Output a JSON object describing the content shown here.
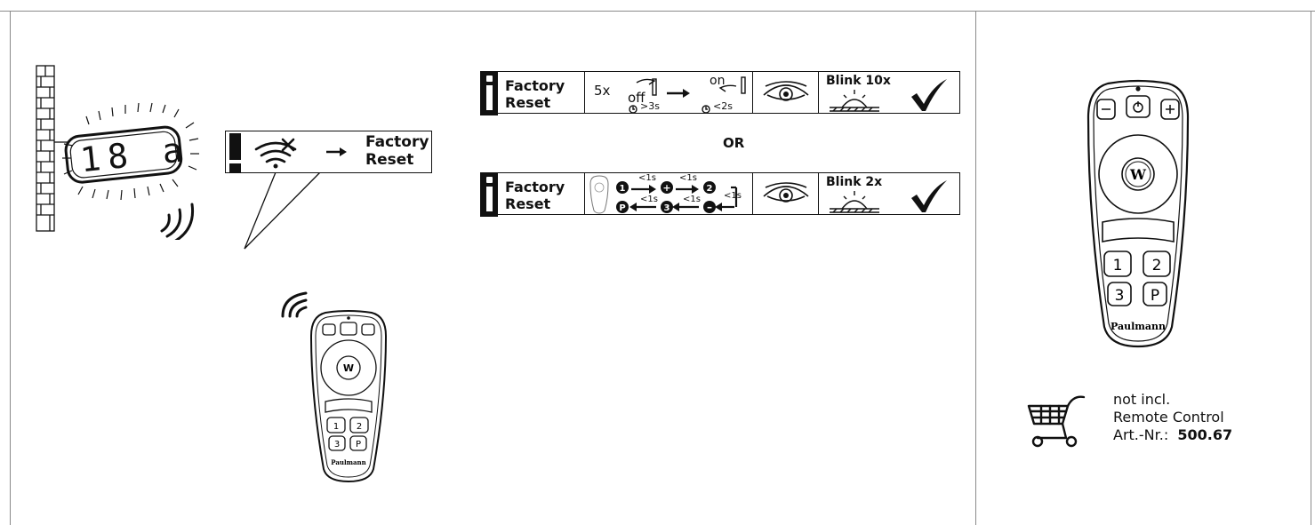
{
  "warning": {
    "label_line1": "Factory",
    "label_line2": "Reset"
  },
  "house_number": {
    "text": "18 a"
  },
  "step1": {
    "label_line1": "Factory",
    "label_line2": "Reset",
    "count": "5x",
    "off_label": "off",
    "on_label": "on",
    "off_time": ">3s",
    "on_time": "<2s",
    "blink": "Blink 10x"
  },
  "or_label": "OR",
  "step2": {
    "label_line1": "Factory",
    "label_line2": "Reset",
    "time_labels": [
      "<1s",
      "<1s",
      "<1s",
      "<1s",
      "<1s"
    ],
    "blink": "Blink 2x"
  },
  "remote": {
    "brand": "Paulmann",
    "center_button": "W",
    "keys": [
      "1",
      "2",
      "3",
      "P"
    ]
  },
  "note": {
    "line1": "not incl.",
    "line2": "Remote Control",
    "art_label": "Art.-Nr.:",
    "art_number": "500.67"
  }
}
